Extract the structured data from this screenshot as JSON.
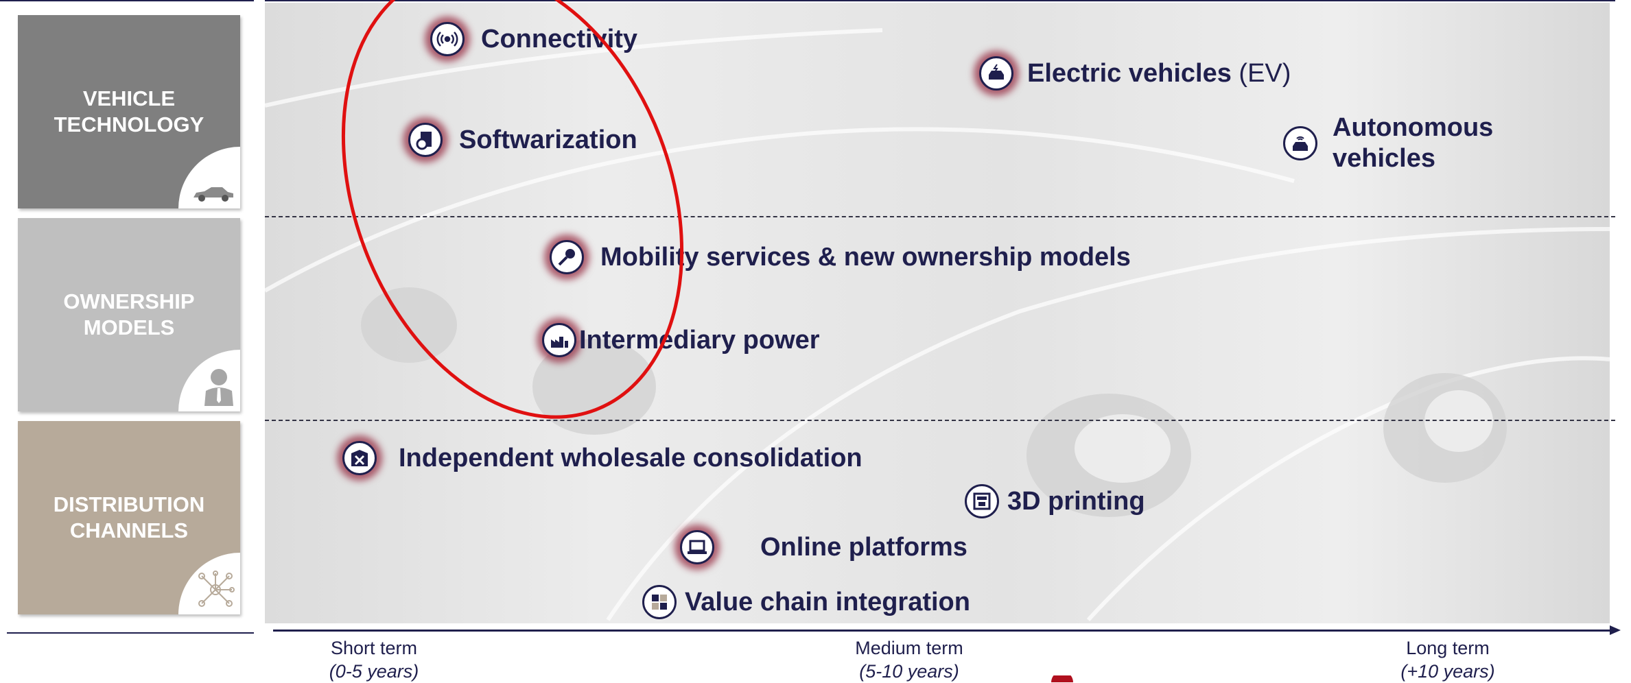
{
  "categories": {
    "vehicle_technology": "VEHICLE\nTECHNOLOGY",
    "ownership_models": "OWNERSHIP\nMODELS",
    "distribution_channels": "DISTRIBUTION\nCHANNELS"
  },
  "items": {
    "connectivity": "Connectivity",
    "softwarization": "Softwarization",
    "electric_vehicles": "Electric vehicles",
    "electric_vehicles_abbr": "(EV)",
    "autonomous_vehicles": "Autonomous\nvehicles",
    "mobility_services": "Mobility services & new ownership models",
    "intermediary_power": "Intermediary power",
    "independent_wholesale": "Independent wholesale consolidation",
    "printing_3d": "3D printing",
    "online_platforms": "Online platforms",
    "value_chain": "Value chain integration"
  },
  "timeline": {
    "short": {
      "label": "Short term",
      "range": "(0-5 years)"
    },
    "medium": {
      "label": "Medium term",
      "range": "(5-10 years)"
    },
    "long": {
      "label": "Long term",
      "range": "(+10 years)"
    }
  },
  "colors": {
    "navy": "#1f1f4d",
    "highlight_red": "#e01010",
    "glow": "#8c142d",
    "vehicle_panel": "#7f7f7f",
    "ownership_panel": "#bfbfbf",
    "distribution_panel": "#b7aa9a"
  }
}
